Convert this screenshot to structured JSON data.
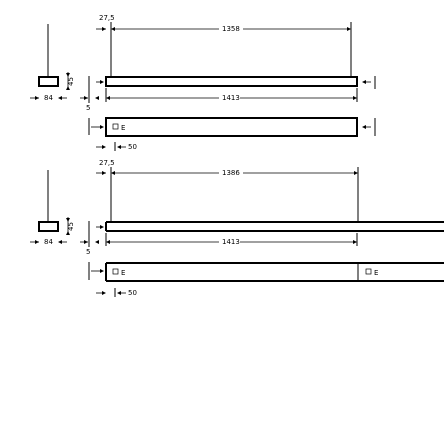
{
  "drawing_1": {
    "top_offset": "27,5",
    "length": "1358",
    "overall": "1413",
    "width": "84",
    "height": "45",
    "gap": "5",
    "end_offset": "50",
    "marker": "E"
  },
  "drawing_2": {
    "top_offset": "27,5",
    "length": "1386",
    "overall": "1413",
    "width": "84",
    "height": "45",
    "gap": "5",
    "end_offset": "50",
    "marker_left": "E",
    "marker_right": "E"
  }
}
